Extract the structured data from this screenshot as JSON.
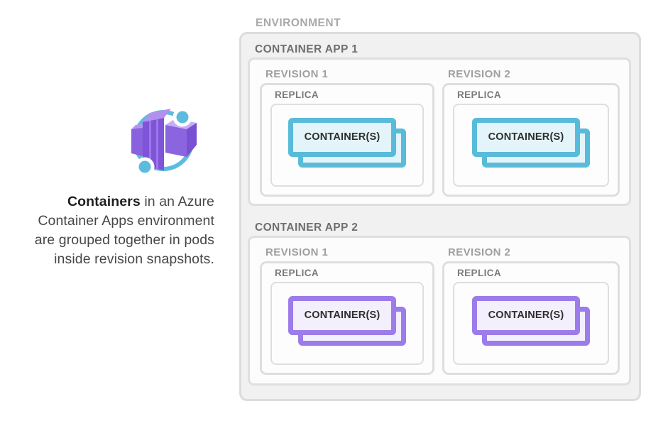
{
  "caption": {
    "bold": "Containers",
    "line1_rest": " in an Azure",
    "line2": "Container Apps environment",
    "line3": "are grouped together in pods",
    "line4": "inside revision snapshots.",
    "icon": "azure-container-apps-icon",
    "icon_colors": {
      "orbit": "#5cbcde",
      "cube_front": "#7e54d8",
      "cube_top": "#b191f0"
    }
  },
  "environment": {
    "label": "ENVIRONMENT",
    "apps": [
      {
        "label": "CONTAINER APP 1",
        "accent_border": "#58bbd9",
        "accent_fill": "#e3f4fa",
        "revisions": [
          {
            "label": "REVISION 1",
            "replica_label": "REPLICA",
            "container_label": "CONTAINER(S)"
          },
          {
            "label": "REVISION 2",
            "replica_label": "REPLICA",
            "container_label": "CONTAINER(S)"
          }
        ]
      },
      {
        "label": "CONTAINER APP 2",
        "accent_border": "#9c7cea",
        "accent_fill": "#f3effc",
        "revisions": [
          {
            "label": "REVISION 1",
            "replica_label": "REPLICA",
            "container_label": "CONTAINER(S)"
          },
          {
            "label": "REVISION 2",
            "replica_label": "REPLICA",
            "container_label": "CONTAINER(S)"
          }
        ]
      }
    ]
  }
}
